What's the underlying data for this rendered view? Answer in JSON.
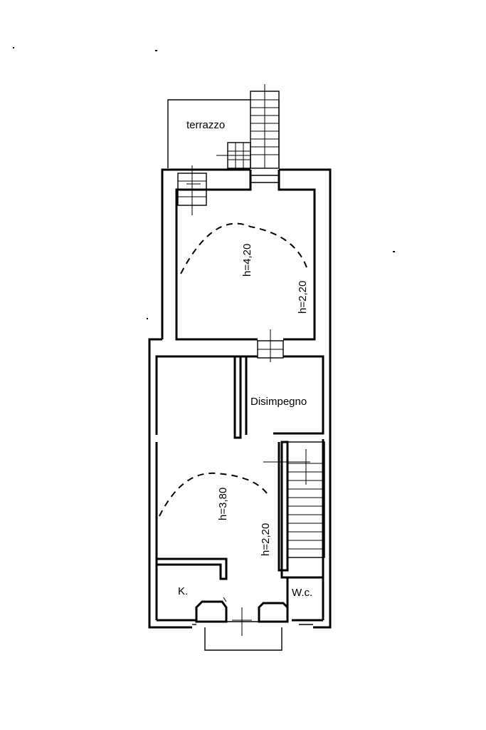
{
  "rooms": {
    "terrace": "terrazzo",
    "hallway": "Disimpegno",
    "kitchen": "K.",
    "wc": "W.c."
  },
  "heights": {
    "upper_room_ceiling": "h=4,20",
    "upper_room_base": "h=2,20",
    "lower_room_ceiling": "h=3,80",
    "lower_room_base": "h=2,20"
  }
}
